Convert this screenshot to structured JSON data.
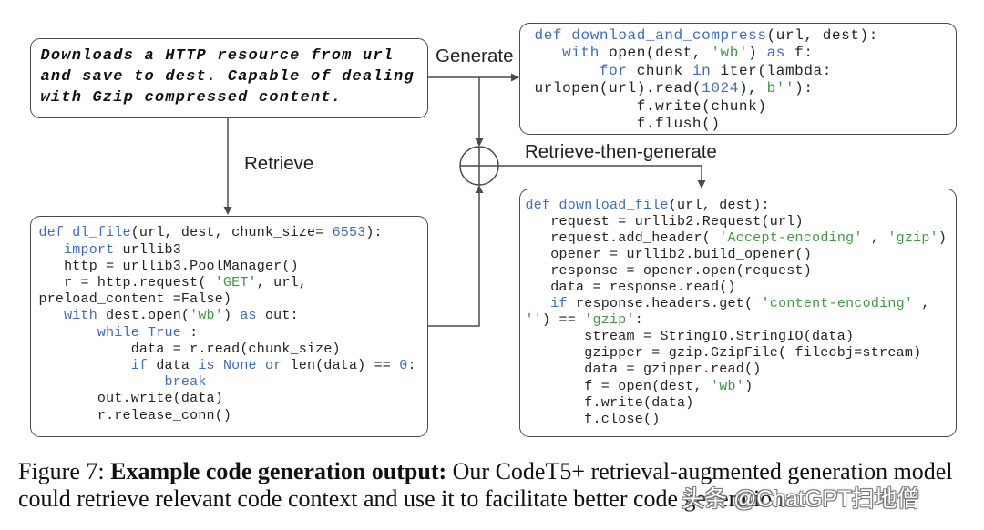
{
  "figure": {
    "description": [
      "Downloads a HTTP resource from url",
      "and save to dest. Capable of dealing",
      "with Gzip compressed content."
    ],
    "labels": {
      "generate": "Generate",
      "retrieve": "Retrieve",
      "retrieve_then_generate": "Retrieve-then-generate"
    },
    "generated_code": [
      [
        {
          "kw": "def download_and_compress"
        },
        {
          "tx": "(url, dest):"
        }
      ],
      [
        {
          "kw": "   with"
        },
        {
          "tx": " open(dest, "
        },
        {
          "str": "'wb'"
        },
        {
          "tx": ") "
        },
        {
          "kw": "as"
        },
        {
          "tx": " f:"
        }
      ],
      [
        {
          "kw": "       for"
        },
        {
          "tx": " chunk "
        },
        {
          "kw": "in"
        },
        {
          "tx": " iter(lambda:"
        }
      ],
      [
        {
          "tx": "urlopen(url).read("
        },
        {
          "kw": "1024"
        },
        {
          "tx": "), "
        },
        {
          "str": "b''"
        },
        {
          "tx": "):"
        }
      ],
      [
        {
          "tx": "           f.write(chunk)"
        }
      ],
      [
        {
          "tx": "           f.flush()"
        }
      ]
    ],
    "retrieved_code": [
      [
        {
          "kw": "def dl_file"
        },
        {
          "tx": "(url, dest, chunk_size= "
        },
        {
          "kw": "6553"
        },
        {
          "tx": "):"
        }
      ],
      [
        {
          "kw": "   import"
        },
        {
          "tx": " urllib3"
        }
      ],
      [
        {
          "tx": "   http = urllib3.PoolManager()"
        }
      ],
      [
        {
          "tx": "   r = http.request( "
        },
        {
          "str": "'GET'"
        },
        {
          "tx": ", url,"
        }
      ],
      [
        {
          "tx": "preload_content =False)"
        }
      ],
      [
        {
          "kw": "   with"
        },
        {
          "tx": " dest.open("
        },
        {
          "str": "'wb'"
        },
        {
          "tx": ") "
        },
        {
          "kw": "as"
        },
        {
          "tx": " out:"
        }
      ],
      [
        {
          "kw": "       while True"
        },
        {
          "tx": " :"
        }
      ],
      [
        {
          "tx": "           data = r.read(chunk_size)"
        }
      ],
      [
        {
          "kw": "           if"
        },
        {
          "tx": " data "
        },
        {
          "kw": "is None or"
        },
        {
          "tx": " len(data) == "
        },
        {
          "kw": "0"
        },
        {
          "tx": ":"
        }
      ],
      [
        {
          "kw": "               break"
        }
      ],
      [
        {
          "tx": "       out.write(data)"
        }
      ],
      [
        {
          "tx": "       r.release_conn()"
        }
      ]
    ],
    "retrieve_then_generate_code": [
      [
        {
          "kw": "def download_file"
        },
        {
          "tx": "(url, dest):"
        }
      ],
      [
        {
          "tx": "   request = urllib2.Request(url)"
        }
      ],
      [
        {
          "tx": "   request.add_header( "
        },
        {
          "str": "'Accept-encoding'"
        },
        {
          "tx": " , "
        },
        {
          "str": "'gzip'"
        },
        {
          "tx": ")"
        }
      ],
      [
        {
          "tx": "   opener = urllib2.build_opener()"
        }
      ],
      [
        {
          "tx": "   response = opener.open(request)"
        }
      ],
      [
        {
          "tx": "   data = response.read()"
        }
      ],
      [
        {
          "kw": "   if"
        },
        {
          "tx": " response.headers.get( "
        },
        {
          "str": "'content-encoding'"
        },
        {
          "tx": " ,"
        }
      ],
      [
        {
          "str": "''"
        },
        {
          "tx": ") == "
        },
        {
          "str": "'gzip'"
        },
        {
          "tx": ":"
        }
      ],
      [
        {
          "tx": "       stream = StringIO.StringIO(data)"
        }
      ],
      [
        {
          "tx": "       gzipper = gzip.GzipFile( fileobj=stream)"
        }
      ],
      [
        {
          "tx": "       data = gzipper.read()"
        }
      ],
      [
        {
          "tx": "       f = open(dest, "
        },
        {
          "str": "'wb'"
        },
        {
          "tx": ")"
        }
      ],
      [
        {
          "tx": "       f.write(data)"
        }
      ],
      [
        {
          "tx": "       f.close()"
        }
      ]
    ]
  },
  "caption": {
    "label": "Figure 7:",
    "title": "Example code generation output:",
    "text_line1": "Our CodeT5+ retrieval-augmented generation model",
    "text_line2": "could retrieve relevant code context and use it to facilitate better code generation."
  },
  "watermark": "头条 @ChatGPT扫地僧",
  "colors": {
    "keyword": "#3e6bc4",
    "string": "#3f9a44",
    "border": "#4a4a4a"
  }
}
